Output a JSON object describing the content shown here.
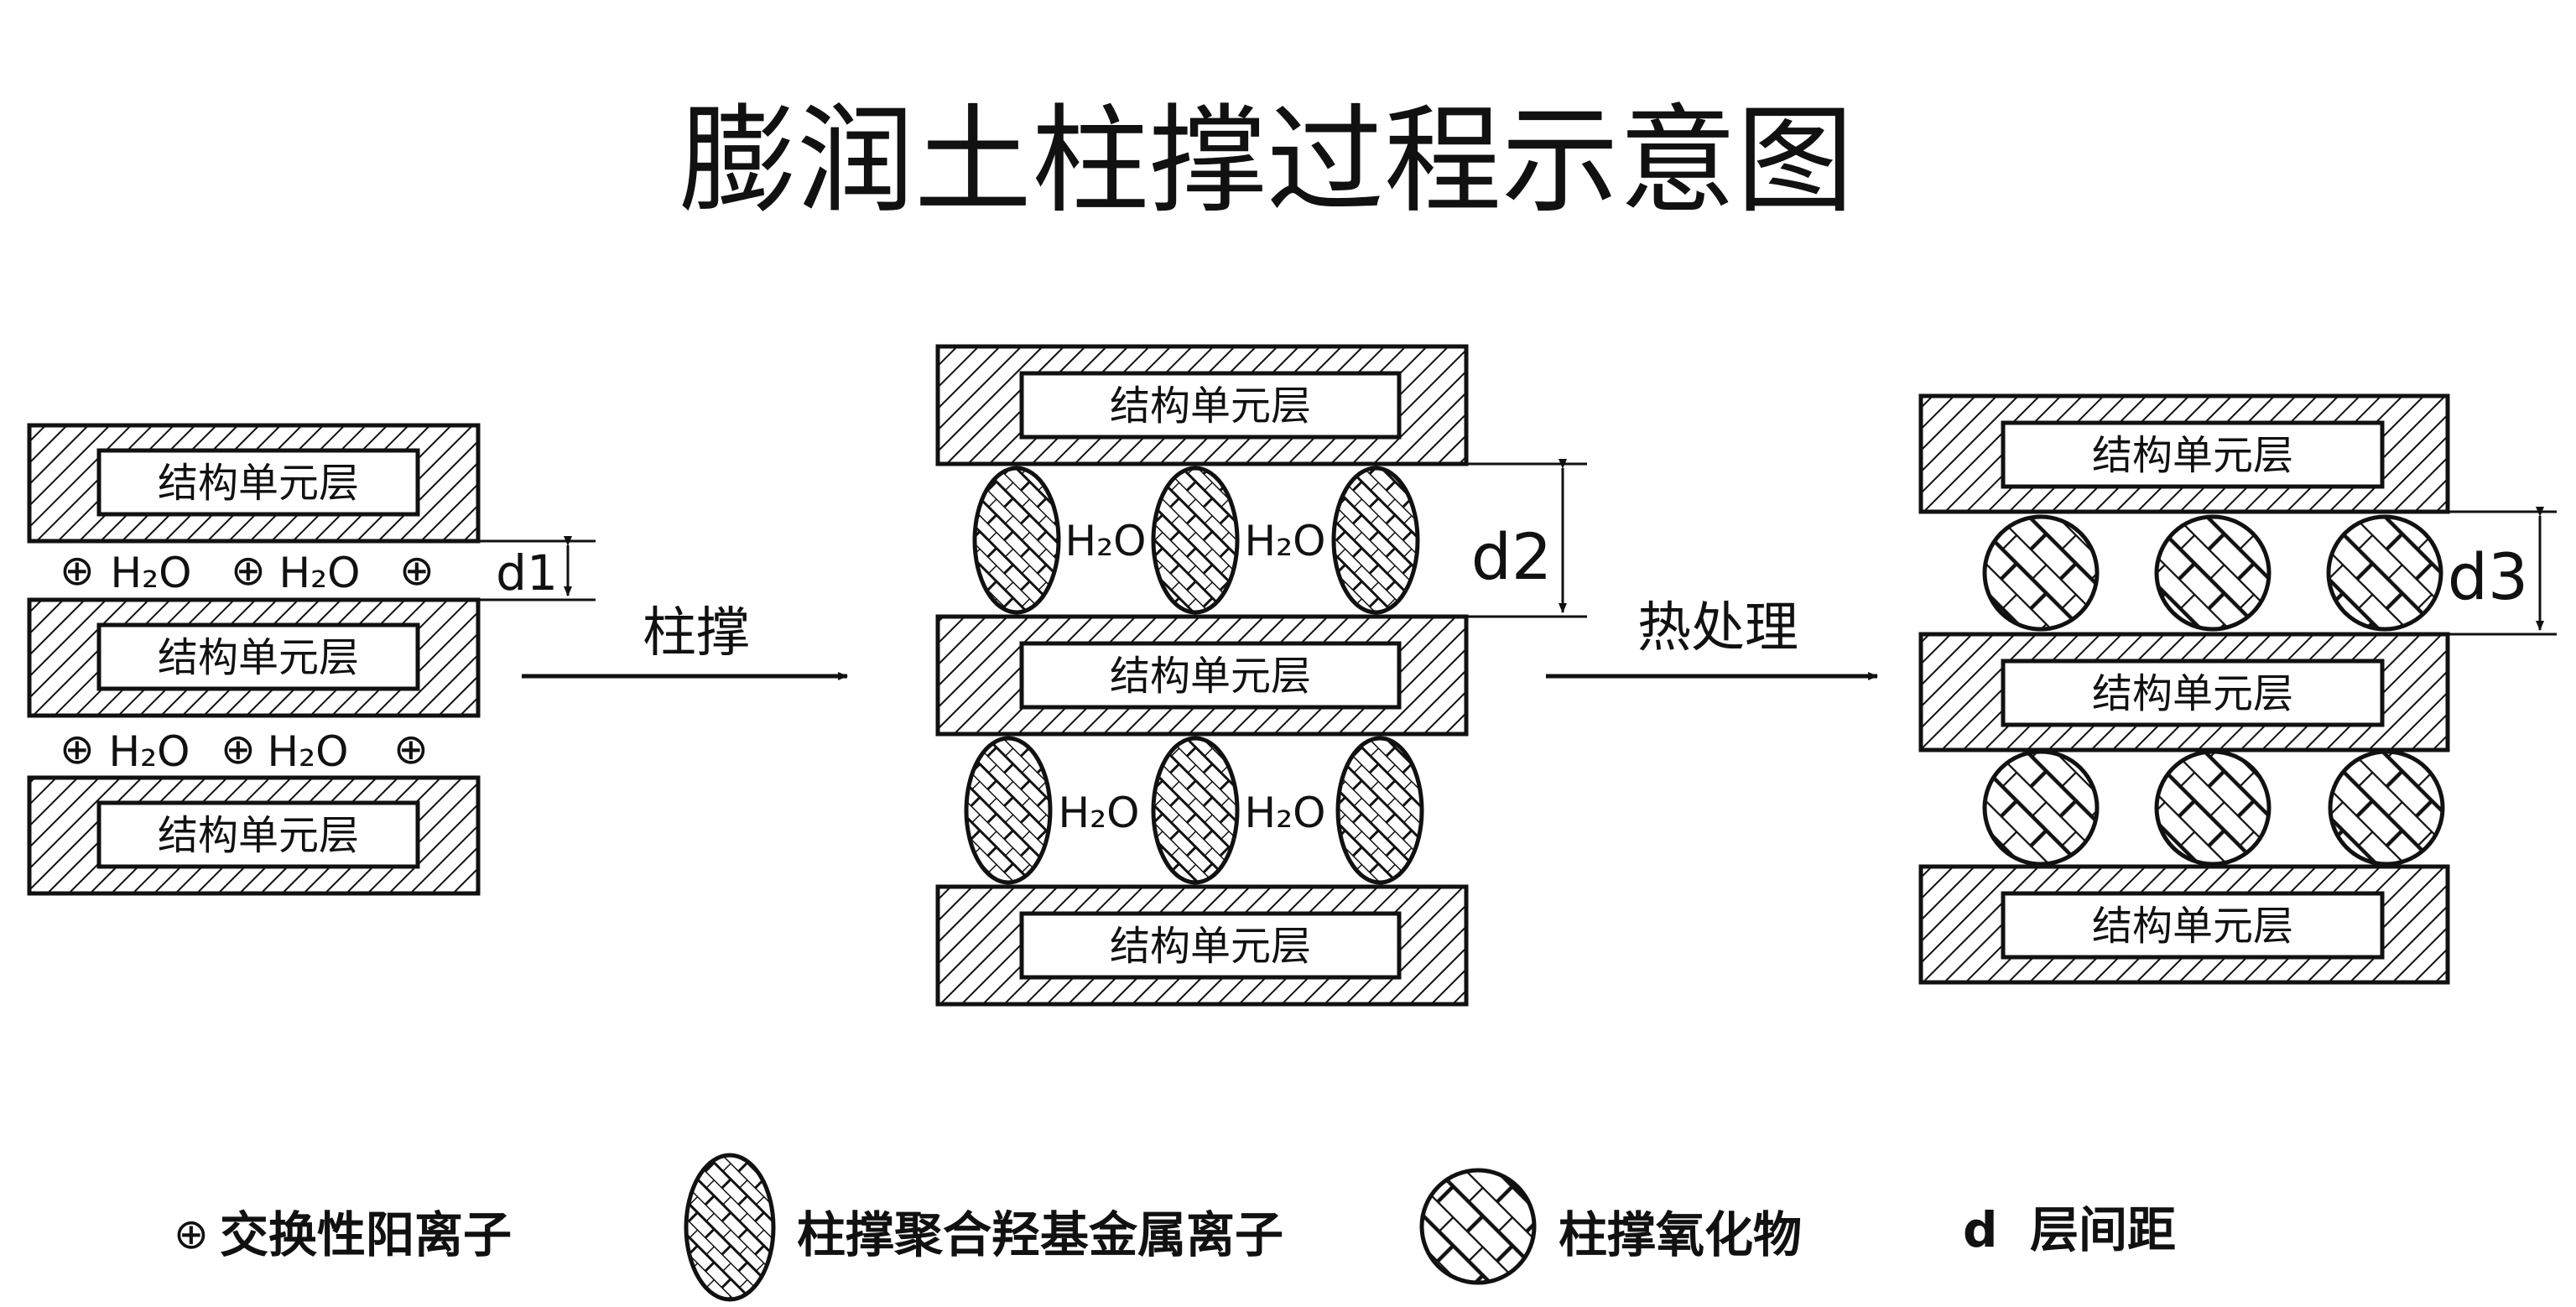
{
  "title": "膨润土柱撑过程示意图",
  "unit_label": "结构单元层",
  "water": "H₂O",
  "ion_symbol": "⊕",
  "distances": {
    "d1": "d1",
    "d2": "d2",
    "d3": "d3"
  },
  "steps": {
    "pillaring": "柱撑",
    "heat_treatment": "热处理"
  },
  "legend": {
    "exchange_cation": "交换性阳离子",
    "pillar_ion": "柱撑聚合羟基金属离子",
    "pillar_oxide": "柱撑氧化物",
    "d_symbol": "d",
    "d_meaning": "层间距"
  },
  "colors": {
    "ink": "#111111",
    "background": "#ffffff"
  }
}
